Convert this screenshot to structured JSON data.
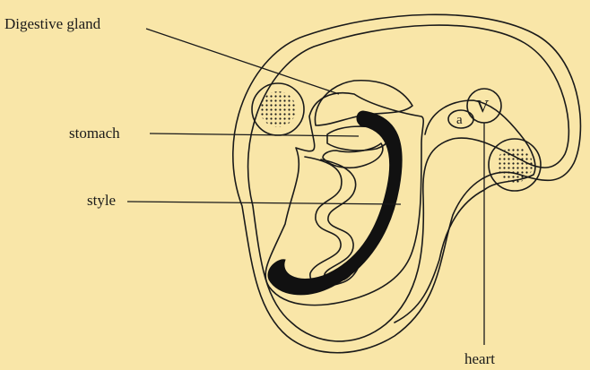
{
  "labels": {
    "digestive_gland": "Digestive gland",
    "stomach": "stomach",
    "style": "style",
    "heart": "heart",
    "atrium": "a",
    "ventricle": "V"
  }
}
